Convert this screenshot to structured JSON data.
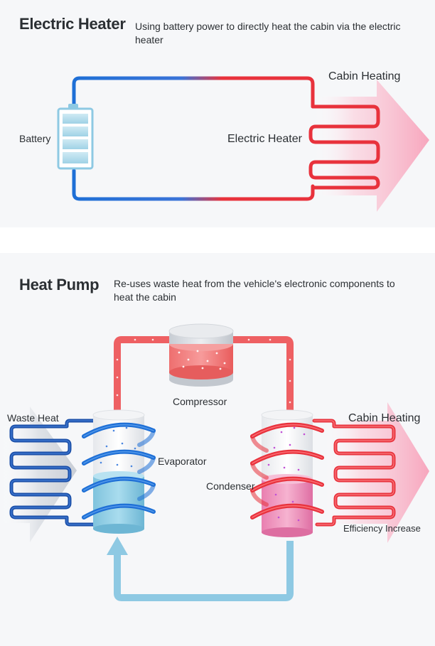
{
  "electric_heater": {
    "title": "Electric Heater",
    "description": "Using battery power to directly heat the cabin via the electric heater",
    "labels": {
      "battery": "Battery",
      "electric_heater": "Electric Heater",
      "cabin_heating": "Cabin Heating"
    }
  },
  "heat_pump": {
    "title": "Heat Pump",
    "description": "Re-uses waste heat from the vehicle's electronic components to heat the cabin",
    "labels": {
      "waste_heat": "Waste Heat",
      "compressor": "Compressor",
      "evaporator": "Evaporator",
      "condenser": "Condenser",
      "cabin_heating": "Cabin Heating",
      "efficiency_increase": "Efficiency Increase"
    }
  },
  "colors": {
    "hot": "#e8323c",
    "cold": "#1e6fd6",
    "cool_light": "#8ec9e3",
    "cabin_arrow": "#f7a6bd",
    "waste_arrow": "#c9ced6",
    "background": "#f6f7f9"
  }
}
